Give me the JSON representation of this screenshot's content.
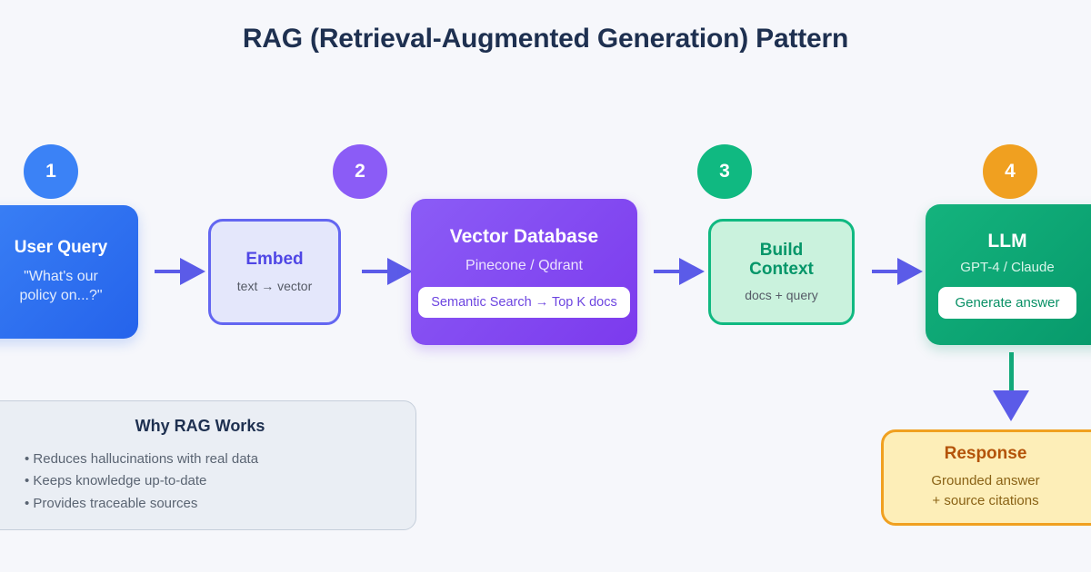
{
  "title": "RAG (Retrieval-Augmented Generation) Pattern",
  "background_color": "#f6f7fb",
  "steps": [
    {
      "number": "1",
      "color": "#3b82f6"
    },
    {
      "number": "2",
      "color": "#8b5cf6"
    },
    {
      "number": "3",
      "color": "#10b981"
    },
    {
      "number": "4",
      "color": "#f0a020"
    }
  ],
  "nodes": {
    "user_query": {
      "title": "User Query",
      "subtitle": "\"What's our\npolicy on...?\"",
      "color": "#2563eb"
    },
    "embed": {
      "title": "Embed",
      "subtitle": "text → vector",
      "color": "#6366f1",
      "fill": "#e4e7fb"
    },
    "vector_db": {
      "title": "Vector Database",
      "subtitle": "Pinecone / Qdrant",
      "chip": "Semantic Search → Top K docs",
      "color": "#7c3aed"
    },
    "build_context": {
      "title": "Build\nContext",
      "subtitle": "docs + query",
      "color": "#10b981",
      "fill": "#caf2dd"
    },
    "llm": {
      "title": "LLM",
      "subtitle": "GPT-4 / Claude",
      "chip": "Generate answer",
      "color": "#059669"
    },
    "response": {
      "title": "Response",
      "subtitle": "Grounded answer\n+ source citations",
      "color": "#f0a020",
      "fill": "#fdeeb8"
    }
  },
  "arrows": {
    "horizontal_color": "#5b5be8",
    "vertical_shaft_color": "#12a97a",
    "vertical_head_color": "#5b5be8"
  },
  "why_rag": {
    "title": "Why RAG Works",
    "items": [
      "• Reduces hallucinations with real data",
      "• Keeps knowledge up-to-date",
      "• Provides traceable sources"
    ]
  }
}
